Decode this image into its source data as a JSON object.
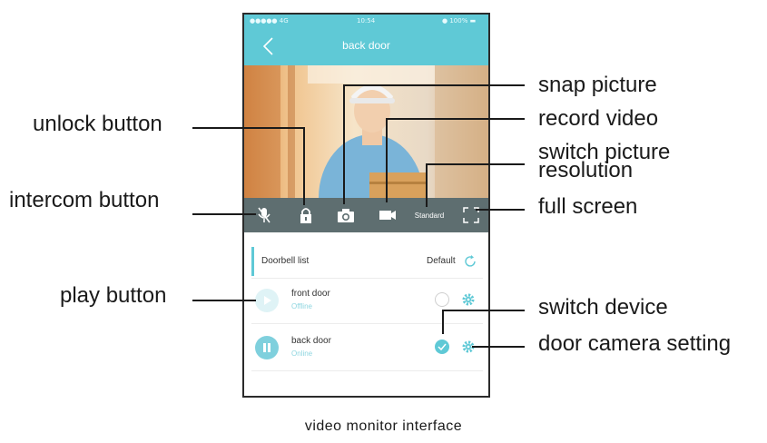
{
  "status_bar": {
    "carrier": "●●●●● 4G",
    "time": "10:54",
    "battery": "● 100% ▬"
  },
  "screen": {
    "title": "back door"
  },
  "toolbar": {
    "resolution_label": "Standard"
  },
  "doorbell_list": {
    "title": "Doorbell list",
    "default_label": "Default",
    "devices": [
      {
        "name": "front door",
        "status": "Offline",
        "selected": false
      },
      {
        "name": "back door",
        "status": "Online",
        "selected": true
      }
    ]
  },
  "callouts": {
    "snap_picture": "snap picture",
    "record_video": "record video",
    "switch_resolution_1": "switch picture",
    "switch_resolution_2": "resolution",
    "full_screen": "full screen",
    "unlock_button": "unlock button",
    "intercom_button": "intercom button",
    "play_button": "play button",
    "switch_device": "switch device",
    "door_camera_setting": "door camera setting"
  },
  "caption": "video monitor interface",
  "colors": {
    "accent": "#5fc9d6",
    "toolbar": "#5e6e70"
  }
}
